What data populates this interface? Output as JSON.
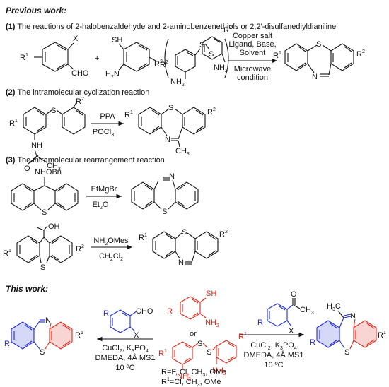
{
  "headings": {
    "previous": "Previous work:",
    "this_work": "This work:"
  },
  "sections": [
    {
      "num": "(1)",
      "text": "The reactions of 2-halobenzaldehyde and 2-aminobenzenethiols or 2,2'-disulfanediyldianiline"
    },
    {
      "num": "(2)",
      "text": "The intramolecular cyclization reaction"
    },
    {
      "num": "(3)",
      "text": "The intramolecular rearrangement reaction"
    }
  ],
  "labels": {
    "r1": "R",
    "sup1": "1",
    "r2": "R",
    "sup2": "2",
    "r": "R",
    "x": "X",
    "cho": "CHO",
    "sh": "SH",
    "s": "S",
    "n": "N",
    "h2n": "H",
    "nh2": "NH",
    "sub2": "2",
    "nh": "NH",
    "o": "O",
    "ch3": "CH",
    "sub3": "3",
    "nhobn": "NHOBn",
    "oh": "OH",
    "h3c": "H",
    "plus": "+",
    "or": "or"
  },
  "conditions": {
    "r1": [
      "Copper salt",
      "Ligand, Base,",
      "Solvent",
      "Microwave",
      "condition"
    ],
    "r2_top": "PPA",
    "r2_bottom": "POCl",
    "r3a_top": "EtMgBr",
    "r3a_bottom": "Et",
    "r3b_top": "NH",
    "r3b_top_rest": "OMes",
    "r3b_bottom": "CH",
    "r3b_bottom_rest": "Cl",
    "tw_l1": "CuCl",
    "tw_l1b": ", K",
    "tw_l1c": "PO",
    "tw_l2": "DMEDA, 4Å MS1",
    "tw_l3": "10 ºC"
  },
  "substituents": {
    "r_line": "R=F, Cl, CH",
    "r_line_rest": ", OMe",
    "r1_line": "R",
    "r1_line_rest": "=Cl, CH",
    "r1_line_end": ", OMe"
  },
  "colors": {
    "red": "#e0271a",
    "blue": "#1f2bd8",
    "black": "#111111"
  }
}
